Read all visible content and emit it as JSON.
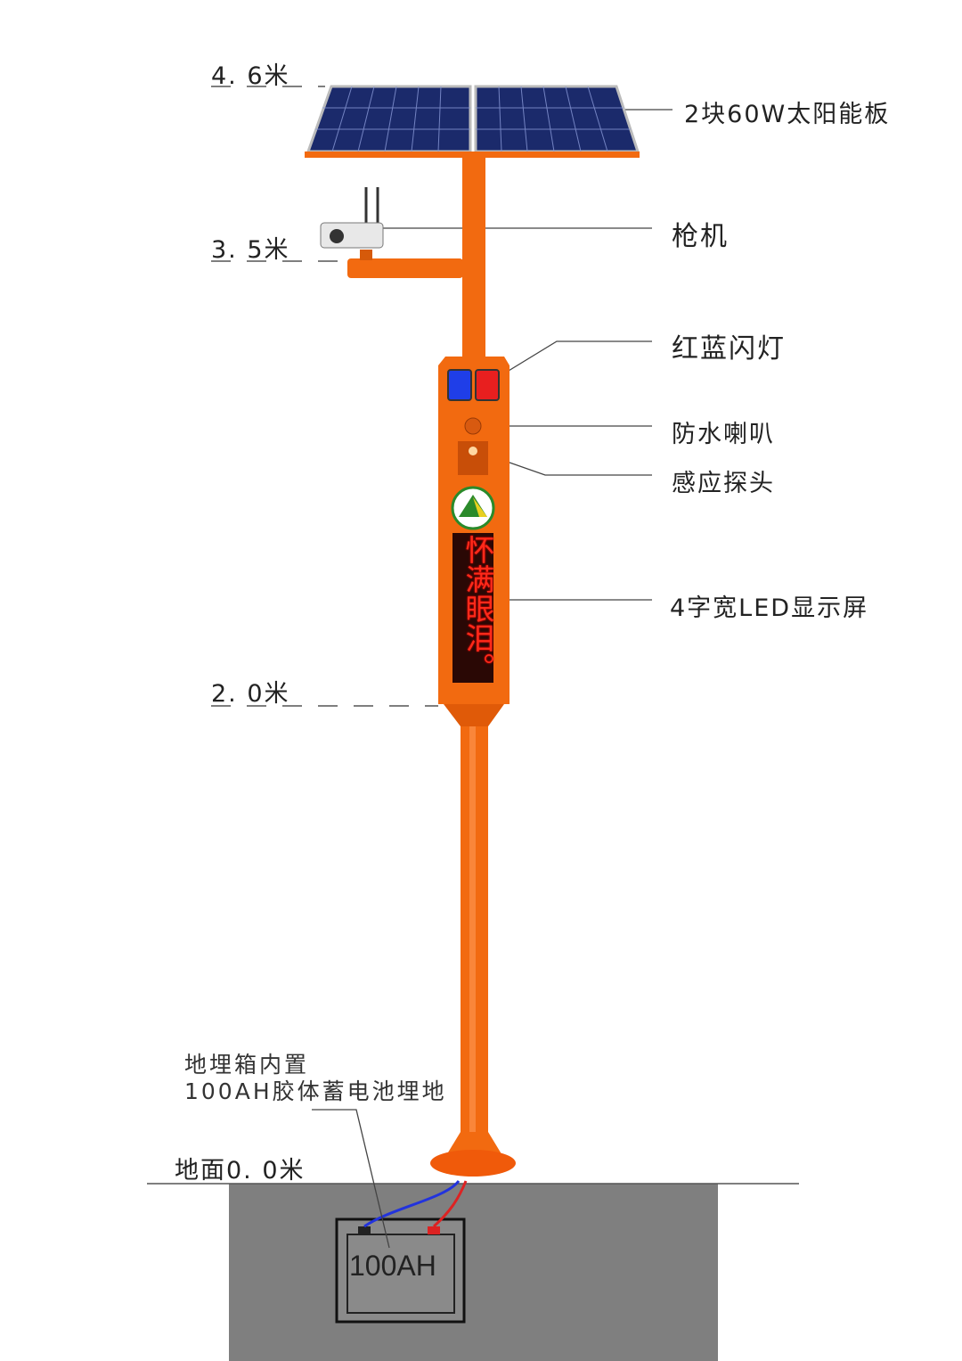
{
  "heights": {
    "h46": "4. 6米",
    "h35": "3. 5米",
    "h20": "2. 0米",
    "ground": "地面0. 0米"
  },
  "labels": {
    "solar": "2块60W太阳能板",
    "camera": "枪机",
    "lights": "红蓝闪灯",
    "speaker": "防水喇叭",
    "sensor": "感应探头",
    "led": "4字宽LED显示屏",
    "battery_line1": "地埋箱内置",
    "battery_line2": "100AH胶体蓄电池埋地"
  },
  "led_text": "怀满眼泪。",
  "battery_text": "100AH",
  "colors": {
    "pole": "#f26a10",
    "panel": "#1b2a6b",
    "ground": "#7f7f7f"
  }
}
